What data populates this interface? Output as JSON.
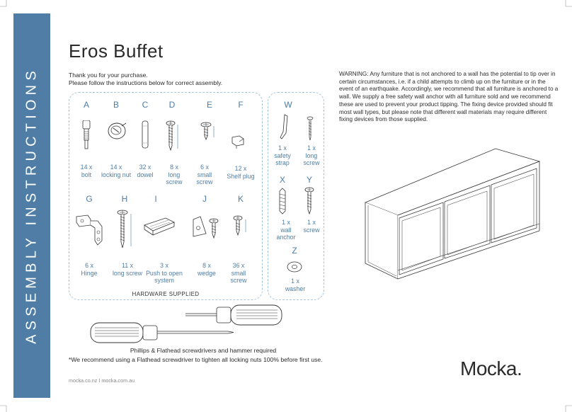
{
  "sidebar": {
    "label": "ASSEMBLY INSTRUCTIONS"
  },
  "title": "Eros Buffet",
  "intro": {
    "line1": "Thank you for your purchase.",
    "line2": "Please follow the instructions below for correct assembly."
  },
  "warning": "WARNING:  Any furniture that is not anchored to a wall has the potential to tip over in certain circumstances, i.e. if a child attempts to climb up on the furniture or in the event of an earthquake.  Accordingly, we recommend that all furniture is anchored to a wall. We supply a free safety wall anchor with all furniture sold and we recommend these are used to prevent your product tipping. The fixing device provided should fit most wall types, but please note that different wall materials may require different fixing devices from those supplied.",
  "hardware": {
    "caption": "HARDWARE SUPPLIED",
    "items": [
      {
        "letter": "A",
        "qty": "14 x",
        "name": "bolt",
        "icon": "bolt-icon"
      },
      {
        "letter": "B",
        "qty": "14 x",
        "name": "locking nut",
        "icon": "locking-nut-icon"
      },
      {
        "letter": "C",
        "qty": "32 x",
        "name": "dowel",
        "icon": "dowel-icon"
      },
      {
        "letter": "D",
        "qty": "8 x",
        "name": "long screw",
        "icon": "long-screw-icon"
      },
      {
        "letter": "E",
        "qty": "6 x",
        "name": "small screw",
        "icon": "small-screw-icon"
      },
      {
        "letter": "F",
        "qty": "12 x",
        "name": "Shelf plug",
        "icon": "shelf-plug-icon"
      },
      {
        "letter": "G",
        "qty": "6 x",
        "name": "Hinge",
        "icon": "hinge-icon"
      },
      {
        "letter": "H",
        "qty": "11 x",
        "name": "long screw",
        "icon": "long-screw-icon"
      },
      {
        "letter": "I",
        "qty": "3 x",
        "name": "Push to open system",
        "icon": "push-to-open-icon"
      },
      {
        "letter": "J",
        "qty": "8 x",
        "name": "wedge",
        "icon": "wedge-icon"
      },
      {
        "letter": "K",
        "qty": "36 x",
        "name": "small screw",
        "icon": "small-screw-icon"
      },
      {
        "letter": "W",
        "qty": "1 x",
        "name": "safety strap",
        "icon": "safety-strap-icon"
      },
      {
        "letter": "",
        "qty": "1 x",
        "name": "long screw",
        "icon": "long-screw-icon"
      },
      {
        "letter": "X",
        "qty": "1 x",
        "name": "wall anchor",
        "icon": "wall-anchor-icon"
      },
      {
        "letter": "Y",
        "qty": "1 x",
        "name": "screw",
        "icon": "screw-icon"
      },
      {
        "letter": "Z",
        "qty": "1 x",
        "name": "washer",
        "icon": "washer-icon"
      }
    ]
  },
  "tools_caption": "Phillips & Flathead screwdrivers and hammer required",
  "note": "*We recommend using a Flathead screwdriver to tighten all locking nuts 100% before first use.",
  "footer": "mocka.co.nz  I  mocka.com.au",
  "logo": "Mocka."
}
